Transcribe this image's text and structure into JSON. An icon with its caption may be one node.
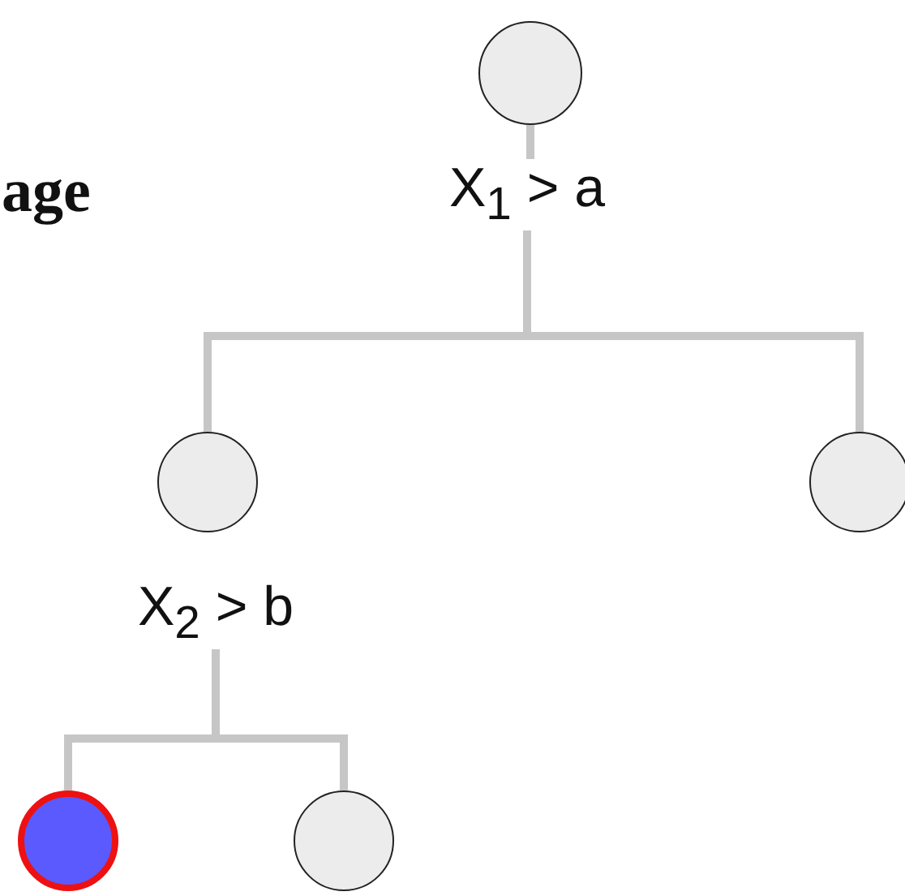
{
  "diagram": {
    "nodes": [
      {
        "text": [],
        "shape": "circle"
      },
      {
        "text": [
          "X$_{1}$ > a"
        ]
      },
      {
        "text": [],
        "shape": "circle"
      },
      {
        "text": [],
        "shape": "circle"
      },
      {
        "text": [
          "X$_{2}$ > b"
        ]
      },
      {
        "text": [],
        "shape": "circle"
      },
      {
        "text": [],
        "shape": "circle"
      }
    ],
    "edges": [
      {
        "from": 0,
        "to": 1,
        "arrow": "none"
      },
      {
        "from": 1,
        "to": 2,
        "arrow": "none"
      },
      {
        "from": 1,
        "to": 3,
        "arrow": "none"
      },
      {
        "from": 4,
        "to": 5,
        "arrow": "none"
      },
      {
        "from": 4,
        "to": 6,
        "arrow": "none"
      }
    ],
    "labels": [
      "age"
    ]
  }
}
